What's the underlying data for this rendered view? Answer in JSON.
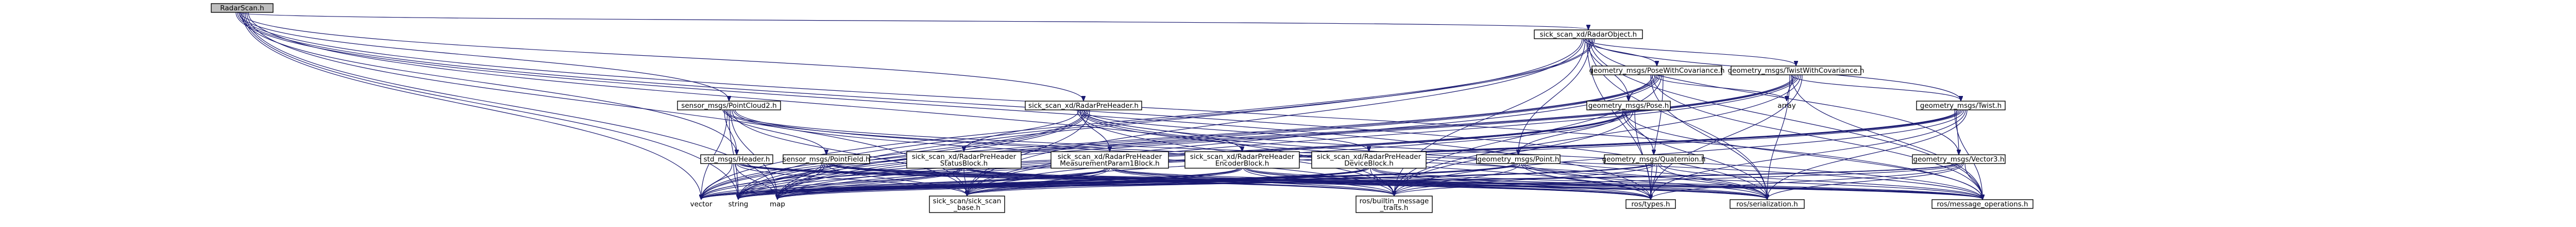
{
  "diagram": {
    "type": "include-dependency-graph",
    "colors": {
      "edge": "#191970",
      "root_fill": "#bfbfbf",
      "node_fill": "#ffffff",
      "node_border": "#000000"
    },
    "nodes": [
      {
        "id": "radarscan",
        "lines": [
          "RadarScan.h"
        ],
        "style": "root"
      },
      {
        "id": "radarobject",
        "lines": [
          "sick_scan_xd/RadarObject.h"
        ],
        "style": "box"
      },
      {
        "id": "pose_cov",
        "lines": [
          "geometry_msgs/PoseWithCovariance.h"
        ],
        "style": "box"
      },
      {
        "id": "twist_cov",
        "lines": [
          "geometry_msgs/TwistWithCovariance.h"
        ],
        "style": "box"
      },
      {
        "id": "pointcloud2",
        "lines": [
          "sensor_msgs/PointCloud2.h"
        ],
        "style": "box"
      },
      {
        "id": "radarpreheader",
        "lines": [
          "sick_scan_xd/RadarPreHeader.h"
        ],
        "style": "box"
      },
      {
        "id": "array",
        "lines": [
          "array"
        ],
        "style": "plain"
      },
      {
        "id": "pose",
        "lines": [
          "geometry_msgs/Pose.h"
        ],
        "style": "box"
      },
      {
        "id": "twist",
        "lines": [
          "geometry_msgs/Twist.h"
        ],
        "style": "box"
      },
      {
        "id": "std_header",
        "lines": [
          "std_msgs/Header.h"
        ],
        "style": "box"
      },
      {
        "id": "pointfield",
        "lines": [
          "sensor_msgs/PointField.h"
        ],
        "style": "box"
      },
      {
        "id": "status_block",
        "lines": [
          "sick_scan_xd/RadarPreHeader",
          "StatusBlock.h"
        ],
        "style": "box"
      },
      {
        "id": "meas_block",
        "lines": [
          "sick_scan_xd/RadarPreHeader",
          "MeasurementParam1Block.h"
        ],
        "style": "box"
      },
      {
        "id": "encoder_block",
        "lines": [
          "sick_scan_xd/RadarPreHeader",
          "EncoderBlock.h"
        ],
        "style": "box"
      },
      {
        "id": "device_block",
        "lines": [
          "sick_scan_xd/RadarPreHeader",
          "DeviceBlock.h"
        ],
        "style": "box"
      },
      {
        "id": "point",
        "lines": [
          "geometry_msgs/Point.h"
        ],
        "style": "box"
      },
      {
        "id": "quaternion",
        "lines": [
          "geometry_msgs/Quaternion.h"
        ],
        "style": "box"
      },
      {
        "id": "vector3",
        "lines": [
          "geometry_msgs/Vector3.h"
        ],
        "style": "box"
      },
      {
        "id": "vector",
        "lines": [
          "vector"
        ],
        "style": "plain"
      },
      {
        "id": "string",
        "lines": [
          "string"
        ],
        "style": "plain"
      },
      {
        "id": "map",
        "lines": [
          "map"
        ],
        "style": "plain"
      },
      {
        "id": "sick_scan_base",
        "lines": [
          "sick_scan/sick_scan",
          "_base.h"
        ],
        "style": "box"
      },
      {
        "id": "builtin_traits",
        "lines": [
          "ros/builtin_message",
          "_traits.h"
        ],
        "style": "box"
      },
      {
        "id": "ros_types",
        "lines": [
          "ros/types.h"
        ],
        "style": "box"
      },
      {
        "id": "ros_serialization",
        "lines": [
          "ros/serialization.h"
        ],
        "style": "box"
      },
      {
        "id": "ros_message_ops",
        "lines": [
          "ros/message_operations.h"
        ],
        "style": "box"
      }
    ],
    "edges": [
      [
        "radarscan",
        "radarobject"
      ],
      [
        "radarscan",
        "pointcloud2"
      ],
      [
        "radarscan",
        "radarpreheader"
      ],
      [
        "radarscan",
        "vector"
      ],
      [
        "radarscan",
        "string"
      ],
      [
        "radarscan",
        "map"
      ],
      [
        "radarscan",
        "sick_scan_base"
      ],
      [
        "radarscan",
        "builtin_traits"
      ],
      [
        "radarscan",
        "ros_types"
      ],
      [
        "radarscan",
        "ros_serialization"
      ],
      [
        "radarscan",
        "ros_message_ops"
      ],
      [
        "radarscan",
        "std_header"
      ],
      [
        "radarobject",
        "pose_cov"
      ],
      [
        "radarobject",
        "twist_cov"
      ],
      [
        "radarobject",
        "pose"
      ],
      [
        "radarobject",
        "twist"
      ],
      [
        "radarobject",
        "point"
      ],
      [
        "radarobject",
        "vector3"
      ],
      [
        "radarobject",
        "vector"
      ],
      [
        "radarobject",
        "string"
      ],
      [
        "radarobject",
        "map"
      ],
      [
        "radarobject",
        "sick_scan_base"
      ],
      [
        "radarobject",
        "builtin_traits"
      ],
      [
        "radarobject",
        "ros_types"
      ],
      [
        "radarobject",
        "ros_serialization"
      ],
      [
        "radarobject",
        "ros_message_ops"
      ],
      [
        "pose_cov",
        "pose"
      ],
      [
        "pose_cov",
        "array"
      ],
      [
        "pose_cov",
        "vector"
      ],
      [
        "pose_cov",
        "string"
      ],
      [
        "pose_cov",
        "map"
      ],
      [
        "pose_cov",
        "sick_scan_base"
      ],
      [
        "pose_cov",
        "builtin_traits"
      ],
      [
        "pose_cov",
        "ros_types"
      ],
      [
        "pose_cov",
        "ros_serialization"
      ],
      [
        "pose_cov",
        "ros_message_ops"
      ],
      [
        "twist_cov",
        "twist"
      ],
      [
        "twist_cov",
        "array"
      ],
      [
        "twist_cov",
        "vector"
      ],
      [
        "twist_cov",
        "string"
      ],
      [
        "twist_cov",
        "map"
      ],
      [
        "twist_cov",
        "sick_scan_base"
      ],
      [
        "twist_cov",
        "builtin_traits"
      ],
      [
        "twist_cov",
        "ros_types"
      ],
      [
        "twist_cov",
        "ros_serialization"
      ],
      [
        "twist_cov",
        "ros_message_ops"
      ],
      [
        "pointcloud2",
        "std_header"
      ],
      [
        "pointcloud2",
        "pointfield"
      ],
      [
        "pointcloud2",
        "vector"
      ],
      [
        "pointcloud2",
        "string"
      ],
      [
        "pointcloud2",
        "map"
      ],
      [
        "pointcloud2",
        "sick_scan_base"
      ],
      [
        "pointcloud2",
        "builtin_traits"
      ],
      [
        "pointcloud2",
        "ros_types"
      ],
      [
        "pointcloud2",
        "ros_serialization"
      ],
      [
        "pointcloud2",
        "ros_message_ops"
      ],
      [
        "radarpreheader",
        "status_block"
      ],
      [
        "radarpreheader",
        "meas_block"
      ],
      [
        "radarpreheader",
        "encoder_block"
      ],
      [
        "radarpreheader",
        "device_block"
      ],
      [
        "radarpreheader",
        "vector"
      ],
      [
        "radarpreheader",
        "string"
      ],
      [
        "radarpreheader",
        "map"
      ],
      [
        "radarpreheader",
        "sick_scan_base"
      ],
      [
        "radarpreheader",
        "builtin_traits"
      ],
      [
        "radarpreheader",
        "ros_types"
      ],
      [
        "radarpreheader",
        "ros_serialization"
      ],
      [
        "radarpreheader",
        "ros_message_ops"
      ],
      [
        "pose",
        "point"
      ],
      [
        "pose",
        "quaternion"
      ],
      [
        "pose",
        "vector"
      ],
      [
        "pose",
        "string"
      ],
      [
        "pose",
        "map"
      ],
      [
        "pose",
        "sick_scan_base"
      ],
      [
        "pose",
        "builtin_traits"
      ],
      [
        "pose",
        "ros_types"
      ],
      [
        "pose",
        "ros_serialization"
      ],
      [
        "pose",
        "ros_message_ops"
      ],
      [
        "twist",
        "vector3"
      ],
      [
        "twist",
        "vector"
      ],
      [
        "twist",
        "string"
      ],
      [
        "twist",
        "map"
      ],
      [
        "twist",
        "sick_scan_base"
      ],
      [
        "twist",
        "builtin_traits"
      ],
      [
        "twist",
        "ros_types"
      ],
      [
        "twist",
        "ros_serialization"
      ],
      [
        "twist",
        "ros_message_ops"
      ],
      [
        "std_header",
        "vector"
      ],
      [
        "std_header",
        "string"
      ],
      [
        "std_header",
        "map"
      ],
      [
        "std_header",
        "sick_scan_base"
      ],
      [
        "std_header",
        "builtin_traits"
      ],
      [
        "std_header",
        "ros_types"
      ],
      [
        "std_header",
        "ros_serialization"
      ],
      [
        "std_header",
        "ros_message_ops"
      ],
      [
        "pointfield",
        "vector"
      ],
      [
        "pointfield",
        "string"
      ],
      [
        "pointfield",
        "map"
      ],
      [
        "pointfield",
        "sick_scan_base"
      ],
      [
        "pointfield",
        "builtin_traits"
      ],
      [
        "pointfield",
        "ros_types"
      ],
      [
        "pointfield",
        "ros_serialization"
      ],
      [
        "pointfield",
        "ros_message_ops"
      ],
      [
        "status_block",
        "vector"
      ],
      [
        "status_block",
        "string"
      ],
      [
        "status_block",
        "map"
      ],
      [
        "status_block",
        "sick_scan_base"
      ],
      [
        "status_block",
        "builtin_traits"
      ],
      [
        "status_block",
        "ros_types"
      ],
      [
        "status_block",
        "ros_serialization"
      ],
      [
        "status_block",
        "ros_message_ops"
      ],
      [
        "meas_block",
        "vector"
      ],
      [
        "meas_block",
        "string"
      ],
      [
        "meas_block",
        "map"
      ],
      [
        "meas_block",
        "sick_scan_base"
      ],
      [
        "meas_block",
        "builtin_traits"
      ],
      [
        "meas_block",
        "ros_types"
      ],
      [
        "meas_block",
        "ros_serialization"
      ],
      [
        "meas_block",
        "ros_message_ops"
      ],
      [
        "encoder_block",
        "vector"
      ],
      [
        "encoder_block",
        "string"
      ],
      [
        "encoder_block",
        "map"
      ],
      [
        "encoder_block",
        "sick_scan_base"
      ],
      [
        "encoder_block",
        "builtin_traits"
      ],
      [
        "encoder_block",
        "ros_types"
      ],
      [
        "encoder_block",
        "ros_serialization"
      ],
      [
        "encoder_block",
        "ros_message_ops"
      ],
      [
        "device_block",
        "vector"
      ],
      [
        "device_block",
        "string"
      ],
      [
        "device_block",
        "map"
      ],
      [
        "device_block",
        "sick_scan_base"
      ],
      [
        "device_block",
        "builtin_traits"
      ],
      [
        "device_block",
        "ros_types"
      ],
      [
        "device_block",
        "ros_serialization"
      ],
      [
        "device_block",
        "ros_message_ops"
      ],
      [
        "point",
        "vector"
      ],
      [
        "point",
        "string"
      ],
      [
        "point",
        "map"
      ],
      [
        "point",
        "sick_scan_base"
      ],
      [
        "point",
        "builtin_traits"
      ],
      [
        "point",
        "ros_types"
      ],
      [
        "point",
        "ros_serialization"
      ],
      [
        "point",
        "ros_message_ops"
      ],
      [
        "quaternion",
        "vector"
      ],
      [
        "quaternion",
        "string"
      ],
      [
        "quaternion",
        "map"
      ],
      [
        "quaternion",
        "sick_scan_base"
      ],
      [
        "quaternion",
        "builtin_traits"
      ],
      [
        "quaternion",
        "ros_types"
      ],
      [
        "quaternion",
        "ros_serialization"
      ],
      [
        "quaternion",
        "ros_message_ops"
      ],
      [
        "vector3",
        "vector"
      ],
      [
        "vector3",
        "string"
      ],
      [
        "vector3",
        "map"
      ],
      [
        "vector3",
        "sick_scan_base"
      ],
      [
        "vector3",
        "builtin_traits"
      ],
      [
        "vector3",
        "ros_types"
      ],
      [
        "vector3",
        "ros_serialization"
      ],
      [
        "vector3",
        "ros_message_ops"
      ]
    ]
  }
}
